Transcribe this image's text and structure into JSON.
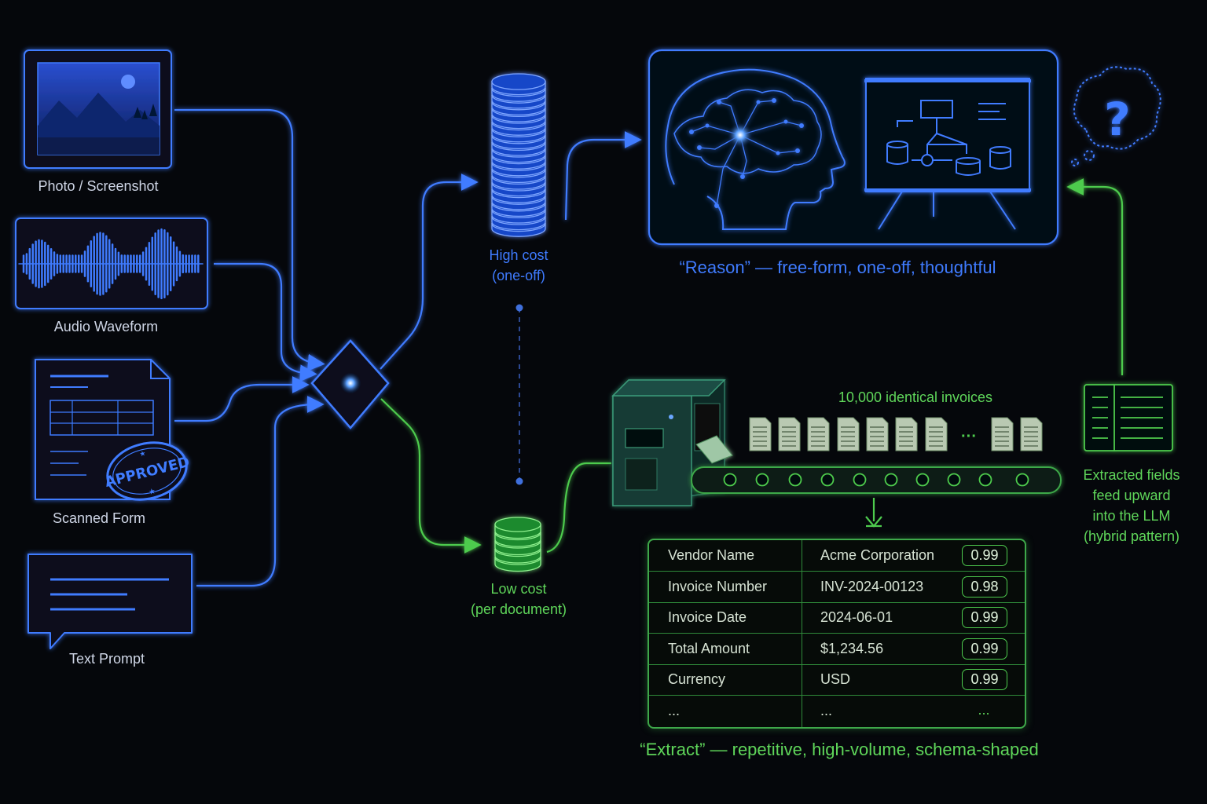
{
  "inputs": [
    {
      "label": "Photo / Screenshot"
    },
    {
      "label": "Audio Waveform"
    },
    {
      "label": "Scanned Form",
      "stamp": "APPROVED"
    },
    {
      "label": "Text Prompt"
    }
  ],
  "cost": {
    "high_line1": "High cost",
    "high_line2": "(one-off)",
    "low_line1": "Low cost",
    "low_line2": "(per document)"
  },
  "reason_caption": "“Reason” — free-form, one-off, thoughtful",
  "question_mark": "?",
  "conveyor_label": "10,000 identical invoices",
  "conveyor_ellipsis": "···",
  "extract_caption": "“Extract” — repetitive, high-volume, schema-shaped",
  "extracted_note": [
    "Extracted fields",
    "feed upward",
    "into the LLM",
    "(hybrid pattern)"
  ],
  "table": {
    "rows": [
      {
        "field": "Vendor Name",
        "value": "Acme Corporation",
        "confidence": "0.99"
      },
      {
        "field": "Invoice Number",
        "value": "INV-2024-00123",
        "confidence": "0.98"
      },
      {
        "field": "Invoice Date",
        "value": "2024-06-01",
        "confidence": "0.99"
      },
      {
        "field": "Total Amount",
        "value": "$1,234.56",
        "confidence": "0.99"
      },
      {
        "field": "Currency",
        "value": "USD",
        "confidence": "0.99"
      },
      {
        "field": "...",
        "value": "...",
        "confidence": "..."
      }
    ]
  },
  "colors": {
    "blue": "#3f7bff",
    "green": "#4ecb4e",
    "background": "#05070b"
  }
}
